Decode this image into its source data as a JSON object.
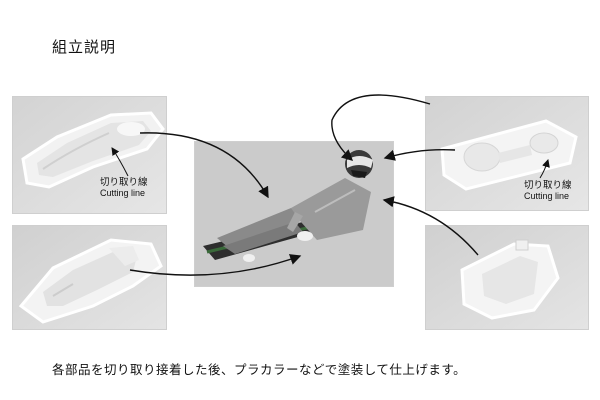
{
  "header": {
    "title": "組立説明"
  },
  "panels": {
    "top_left": {
      "label_jp": "切り取り線",
      "label_en": "Cutting line"
    },
    "top_right": {
      "label_jp": "切り取り線",
      "label_en": "Cutting line"
    }
  },
  "footer": {
    "caption": "各部品を切り取り接着した後、プラカラーなどで塗装して仕上げます。"
  },
  "colors": {
    "photo_bg": "#d8d8d8",
    "center_bg": "#c9c9c9",
    "arrow": "#111111"
  }
}
